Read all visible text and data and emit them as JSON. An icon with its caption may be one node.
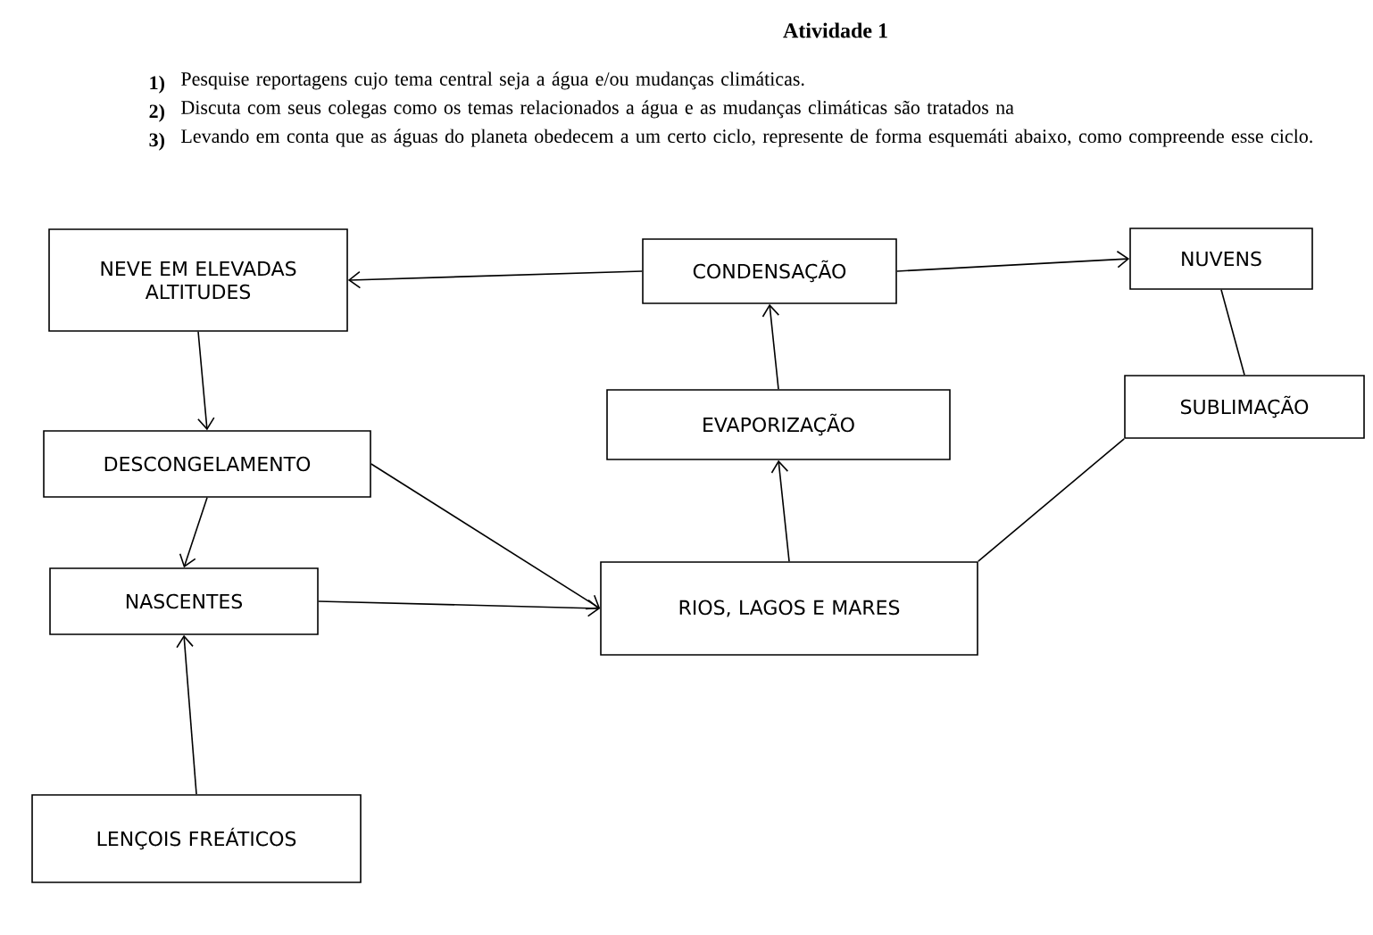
{
  "diagram": {
    "title": "Atividade 1",
    "nodes": [
      {
        "text": [
          "NEVE EM ELEVADAS ALTITUDES"
        ]
      },
      {
        "text": [
          "CONDENSAÇÃO"
        ]
      },
      {
        "text": [
          "NUVENS"
        ]
      },
      {
        "text": [
          "EVAPORIZAÇÃO"
        ]
      },
      {
        "text": [
          "SUBLIMAÇÃO"
        ]
      },
      {
        "text": [
          "DESCONGELAMENTO"
        ]
      },
      {
        "text": [
          "NASCENTES"
        ]
      },
      {
        "text": [
          "RIOS, LAGOS E MARES"
        ]
      },
      {
        "text": [
          "LENÇOIS FREÁTICOS"
        ]
      }
    ],
    "edges": [
      {
        "from": 1,
        "to": 0,
        "arrow": "to"
      },
      {
        "from": 1,
        "to": 2,
        "arrow": "to"
      },
      {
        "from": 3,
        "to": 1,
        "arrow": "to"
      },
      {
        "from": 7,
        "to": 3,
        "arrow": "to"
      },
      {
        "from": 2,
        "to": 4,
        "arrow": "none"
      },
      {
        "from": 4,
        "to": 7,
        "arrow": "none"
      },
      {
        "from": 0,
        "to": 5,
        "arrow": "to"
      },
      {
        "from": 5,
        "to": 6,
        "arrow": "to"
      },
      {
        "from": 5,
        "to": 7,
        "arrow": "to"
      },
      {
        "from": 6,
        "to": 7,
        "arrow": "to"
      },
      {
        "from": 8,
        "to": 6,
        "arrow": "to"
      }
    ],
    "labels": [
      "1)",
      "Pesquise reportagens cujo tema central seja a água e/ou mudanças climáticas.",
      "2)",
      "Discuta com seus colegas como os temas relacionados a água e as mudanças climáticas são tratados na",
      "3)",
      "Levando em conta que as águas do planeta obedecem a um certo ciclo, represente de forma esquemáti abaixo, como compreende esse ciclo."
    ]
  }
}
